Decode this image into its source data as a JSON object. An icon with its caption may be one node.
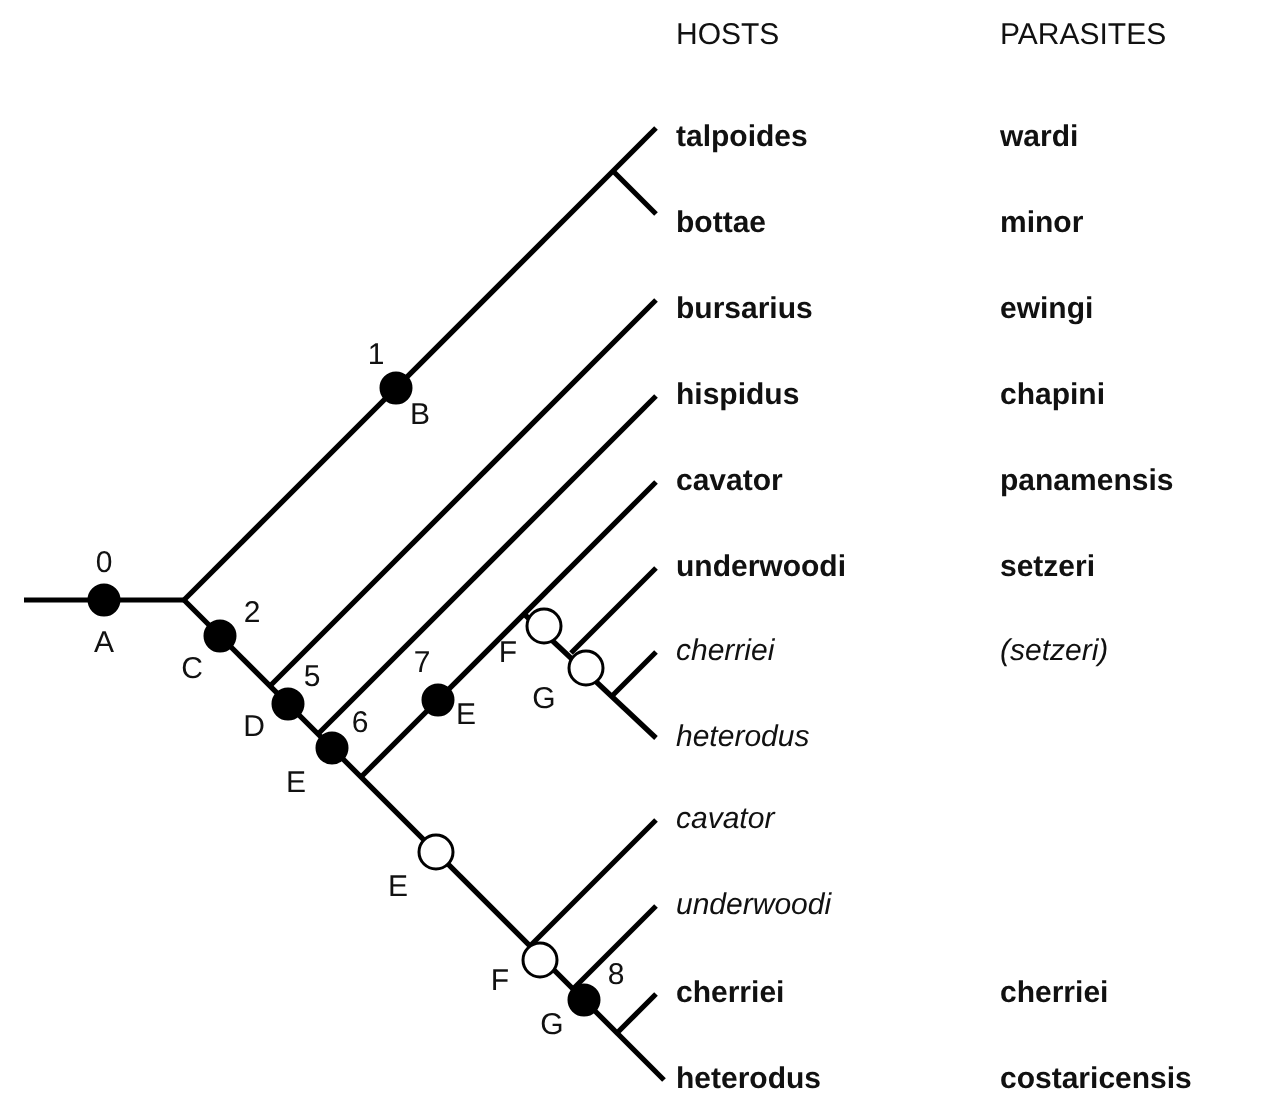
{
  "diagram": {
    "labels": [
      "HOSTS",
      "PARASITES",
      "talpoides",
      "wardi",
      "bottae",
      "minor",
      "bursarius",
      "ewingi",
      "hispidus",
      "chapini",
      "cavator",
      "panamensis",
      "underwoodi",
      "setzeri",
      "cherriei",
      "(setzeri)",
      "heterodus",
      "cavator",
      "underwoodi",
      "cherriei",
      "cherriei",
      "heterodus",
      "costaricensis",
      "0",
      "A",
      "1",
      "B",
      "2",
      "C",
      "5",
      "D",
      "6",
      "E",
      "7",
      "E",
      "F",
      "G",
      "E",
      "F",
      "8",
      "G"
    ]
  }
}
